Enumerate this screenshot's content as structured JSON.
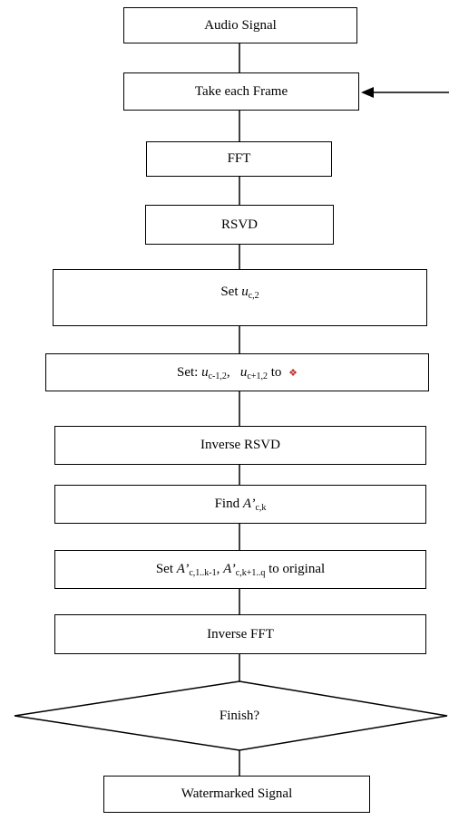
{
  "flowchart": {
    "steps": {
      "audio_signal": "Audio Signal",
      "take_each_frame": "Take each Frame",
      "fft": "FFT",
      "rsvd": "RSVD",
      "set_u": {
        "prefix": "Set ",
        "var": "u",
        "sub": "c,2"
      },
      "set_neighbors": {
        "prefix": "Set: ",
        "var1": "u",
        "sub1": "c-1,2",
        "sep": ",",
        "var2": "u",
        "sub2": "c+1,2",
        "suffix": " to ",
        "glyph": "❖"
      },
      "inverse_rsvd": "Inverse RSVD",
      "find_a": {
        "prefix": "Find ",
        "var": "A’",
        "sub": "c,k"
      },
      "set_a_original": {
        "prefix": "Set ",
        "var1": "A’",
        "sub1": "c,1..k-1",
        "sep": ", ",
        "var2": "A’",
        "sub2": "c,k+1..q",
        "suffix": " to original"
      },
      "inverse_fft": "Inverse FFT",
      "decision": "Finish?",
      "watermarked_signal": "Watermarked Signal"
    },
    "colors": {
      "stroke": "#000000",
      "fill": "#ffffff"
    }
  }
}
